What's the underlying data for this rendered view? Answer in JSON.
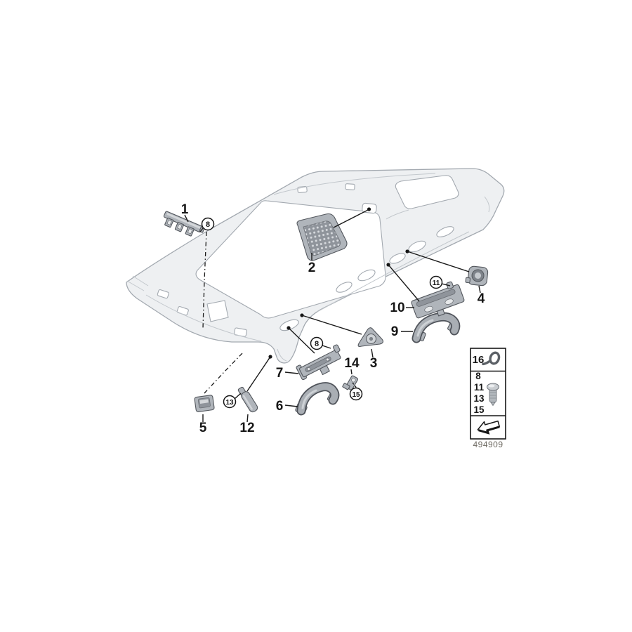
{
  "diagram": {
    "document_number": "494909",
    "callout_labels": {
      "c1": "1",
      "c2": "2",
      "c3": "3",
      "c4": "4",
      "c5": "5",
      "c6": "6",
      "c7": "7",
      "c9": "9",
      "c10": "10",
      "c12": "12",
      "c14": "14"
    },
    "circled_refs": {
      "r8a": "8",
      "r8b": "8",
      "r11": "11",
      "r13": "13",
      "r15": "15"
    },
    "legend": {
      "rows": [
        {
          "labels": [
            "16"
          ],
          "icon": "cable-tie-icon"
        },
        {
          "labels": [
            "8",
            "11",
            "13",
            "15"
          ],
          "icon": "fastener-clip-icon"
        },
        {
          "labels": [],
          "icon": "direction-arrow-icon"
        }
      ]
    },
    "colors": {
      "background": "#ffffff",
      "outline": "#a3a9b0",
      "roof_fill": "#eef0f2",
      "part_fill": "#b0b5bb",
      "callout_text": "#161616"
    }
  }
}
